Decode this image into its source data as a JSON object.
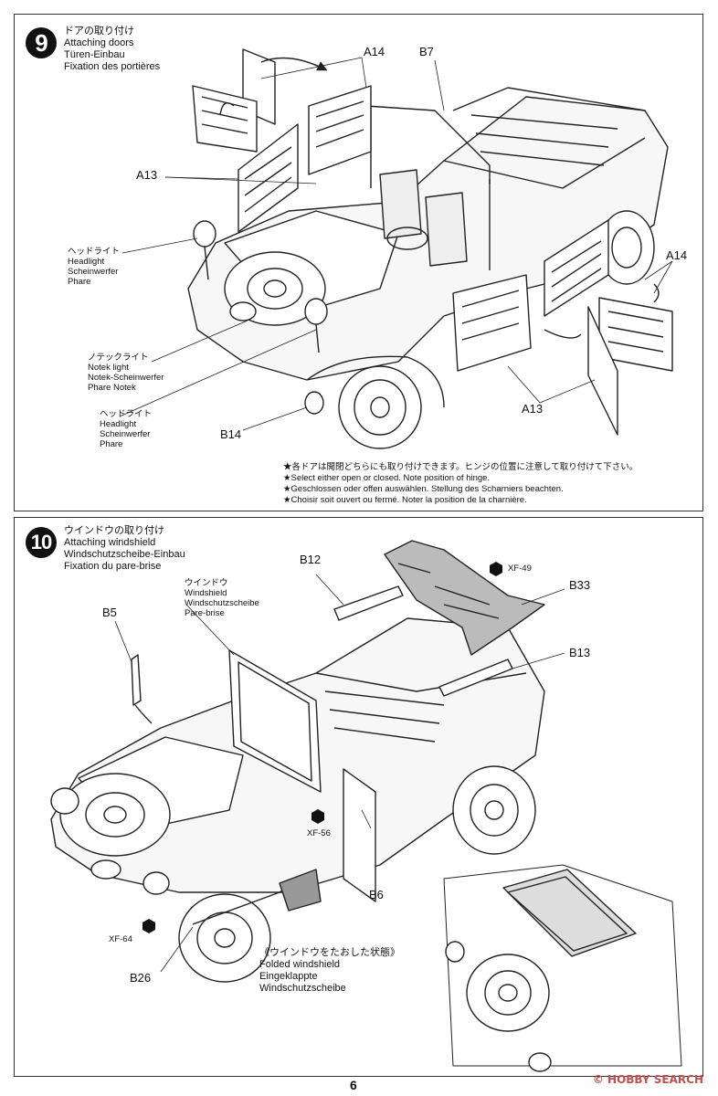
{
  "page_number": "6",
  "watermark": "© HOBBY SEARCH",
  "step9": {
    "number": "9",
    "title_lines": [
      "ドアの取り付け",
      "Attaching doors",
      "Türen-Einbau",
      "Fixation des portières"
    ],
    "labels": {
      "a14_top": "A14",
      "b7": "B7",
      "a13_left": "A13",
      "a14_right": "A14",
      "a13_bottom": "A13",
      "b14": "B14"
    },
    "headlight1": [
      "ヘッドライト",
      "Headlight",
      "Scheinwerfer",
      "Phare"
    ],
    "notek": [
      "ノテックライト",
      "Notek light",
      "Notek-Scheinwerfer",
      "Phare Notek"
    ],
    "headlight2": [
      "ヘッドライト",
      "Headlight",
      "Scheinwerfer",
      "Phare"
    ],
    "notes": [
      "★各ドアは開閉どちらにも取り付けできます。ヒンジの位置に注意して取り付けて下さい。",
      "★Select either open or closed. Note position of hinge.",
      "★Geschlossen oder offen auswählen. Stellung des Scharniers beachten.",
      "★Choisir soit ouvert ou fermé. Noter la position de la charnière."
    ]
  },
  "step10": {
    "number": "10",
    "title_lines": [
      "ウインドウの取り付け",
      "Attaching windshield",
      "Windschutzscheibe-Einbau",
      "Fixation du pare-brise"
    ],
    "labels": {
      "b12": "B12",
      "xf49": "XF-49",
      "b33": "B33",
      "b5": "B5",
      "b13": "B13",
      "b6": "B6",
      "xf56": "XF-56",
      "xf64": "XF-64",
      "b26": "B26"
    },
    "windshield": [
      "ウインドウ",
      "Windshield",
      "Windschutzscheibe",
      "Pare-brise"
    ],
    "folded": [
      "《ウインドウをたおした状態》",
      "Folded windshield",
      "Eingeklappte",
      "Windschutzscheibe"
    ]
  }
}
